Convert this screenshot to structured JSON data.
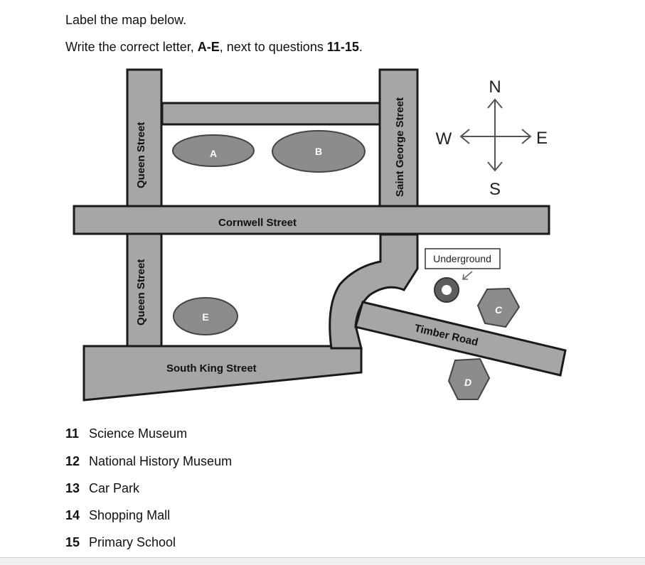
{
  "instructions": {
    "line1": "Label the map below.",
    "line2_prefix": "Write the correct letter, ",
    "line2_letters": "A-E",
    "line2_mid": ", next to questions ",
    "line2_questions": "11-15",
    "line2_suffix": "."
  },
  "map": {
    "streets": {
      "queen_street_upper": "Queen Street",
      "queen_street_lower": "Queen Street",
      "saint_george_street": "Saint George Street",
      "cornwell_street": "Cornwell Street",
      "timber_road": "Timber Road",
      "south_king_street": "South King Street"
    },
    "places": {
      "a": "A",
      "b": "B",
      "c": "C",
      "d": "D",
      "e": "E"
    },
    "underground_label": "Underground",
    "compass": {
      "n": "N",
      "s": "S",
      "e": "E",
      "w": "W"
    }
  },
  "questions": [
    {
      "num": "11",
      "text": "Science Museum"
    },
    {
      "num": "12",
      "text": "National History Museum"
    },
    {
      "num": "13",
      "text": "Car Park"
    },
    {
      "num": "14",
      "text": "Shopping Mall"
    },
    {
      "num": "15",
      "text": "Primary School"
    }
  ]
}
